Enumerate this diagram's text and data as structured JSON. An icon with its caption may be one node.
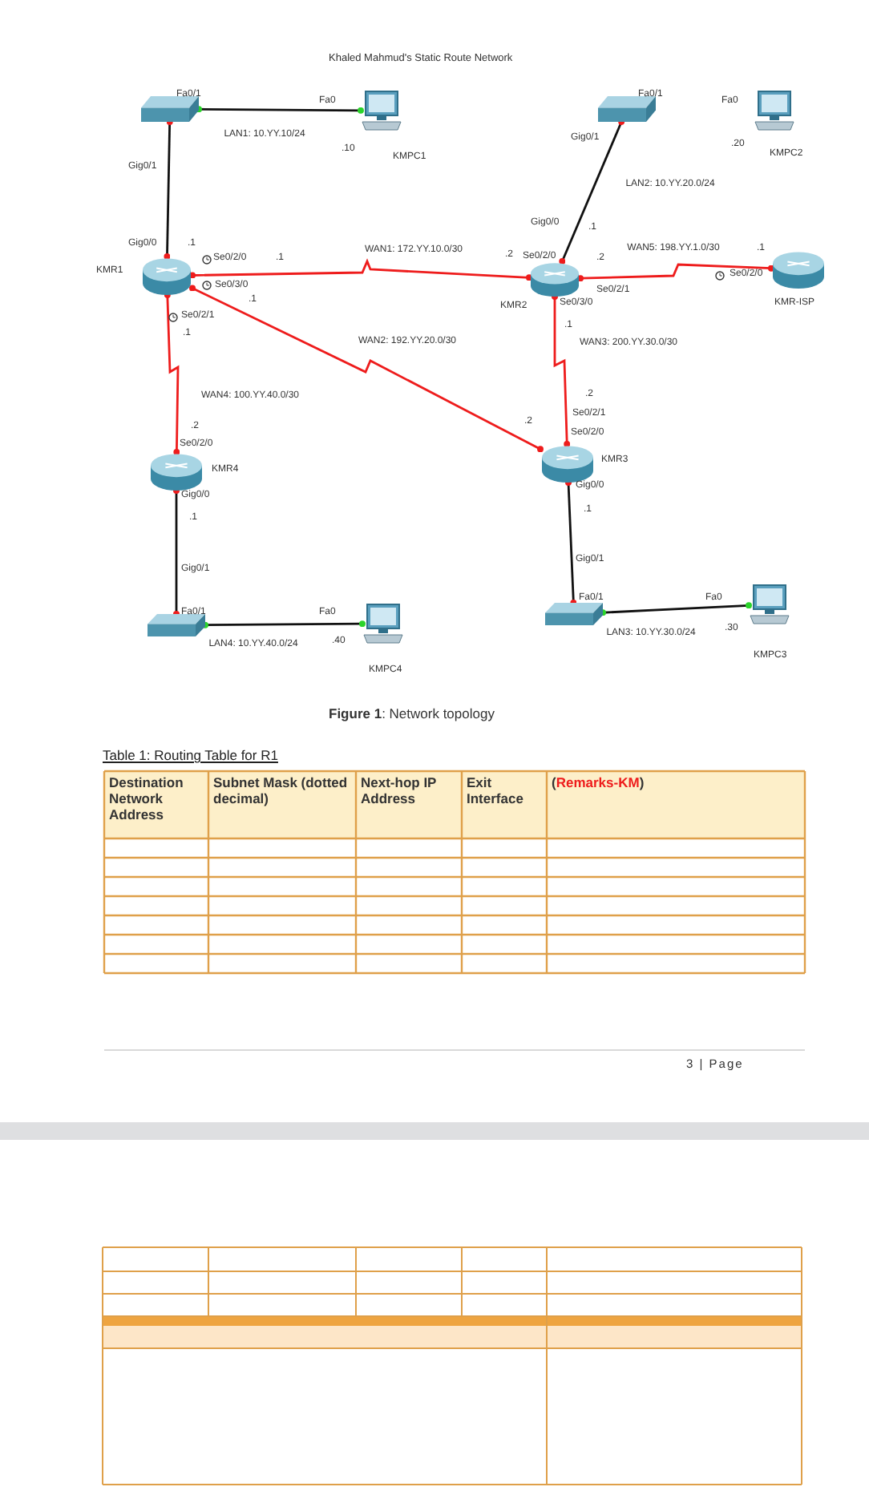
{
  "diagram": {
    "title": "Khaled Mahmud's Static Route Network",
    "caption": "**Figure 1**: Network topology",
    "nodes": [
      {
        "text": [],
        "shape": "picture"
      },
      {
        "text": [
          "KMPC1"
        ]
      },
      {
        "text": [
          "KMR1"
        ]
      },
      {
        "text": [],
        "shape": "picture"
      },
      {
        "text": [
          "KMPC2"
        ]
      },
      {
        "text": [
          "KMR2"
        ]
      },
      {
        "text": [
          "KMR-ISP"
        ]
      },
      {
        "text": [
          "KMR4"
        ]
      },
      {
        "text": [
          "KMR3"
        ]
      },
      {
        "text": [],
        "shape": "picture"
      },
      {
        "text": [
          "KMPC4"
        ]
      },
      {
        "text": [],
        "shape": "picture"
      },
      {
        "text": [
          "KMPC3"
        ]
      }
    ],
    "edges": [
      {
        "from": 0,
        "to": 1,
        "arrow": "other",
        "label": "LAN1: 10.YY.10/24"
      },
      {
        "from": 0,
        "to": 2,
        "arrow": "other"
      },
      {
        "from": 2,
        "to": 5,
        "arrow": "other",
        "label": "WAN1: 172.YY.10.0/30",
        "color": "#ee1c1c"
      },
      {
        "from": 2,
        "to": 8,
        "arrow": "other",
        "label": "WAN2: 192.YY.20.0/30",
        "color": "#ee1c1c"
      },
      {
        "from": 2,
        "to": 7,
        "arrow": "other",
        "label": "WAN4: 100.YY.40.0/30",
        "color": "#ee1c1c"
      },
      {
        "from": 3,
        "to": 5,
        "arrow": "other",
        "label": "LAN2: 10.YY.20.0/24"
      },
      {
        "from": 5,
        "to": 6,
        "arrow": "other",
        "label": "WAN5: 198.YY.1.0/30",
        "color": "#ee1c1c"
      },
      {
        "from": 5,
        "to": 8,
        "arrow": "other",
        "label": "WAN3: 200.YY.30.0/30",
        "color": "#ee1c1c"
      },
      {
        "from": 7,
        "to": 9,
        "arrow": "other"
      },
      {
        "from": 9,
        "to": 10,
        "arrow": "other",
        "label": "LAN4: 10.YY.40.0/24"
      },
      {
        "from": 8,
        "to": 11,
        "arrow": "other"
      },
      {
        "from": 11,
        "to": 12,
        "arrow": "other",
        "label": "LAN3: 10.YY.30.0/24"
      }
    ],
    "labels": [
      "Fa0/1",
      "Fa0",
      ".10",
      "Gig0/1",
      "Gig0/0",
      ".1",
      "Se0/2/0",
      ".1",
      "Se0/3/0",
      ".1",
      "Se0/2/1",
      ".1",
      "Fa0/1",
      "Fa0",
      ".20",
      "Gig0/1",
      "Gig0/0",
      ".1",
      ".2",
      "Se0/2/0",
      ".2",
      "Se0/3/0",
      "Se0/2/1",
      ".1",
      "Se0/2/0",
      ".1",
      ".2",
      "Se0/2/0",
      "Gig0/0",
      ".1",
      "Gig0/1",
      "Fa0/1",
      "Fa0",
      ".40",
      ".2",
      "Se0/2/1",
      ".2",
      "Se0/2/0",
      "Gig0/0",
      ".1",
      "Gig0/1",
      "Fa0/1",
      "Fa0",
      ".30",
      "Table 1: Routing Table for R1",
      "Destination Network Address",
      "Subnet Mask (dotted decimal)",
      "Next-hop IP Address",
      "Exit Interface",
      "(Remarks-KM)",
      "3 | Page"
    ]
  }
}
